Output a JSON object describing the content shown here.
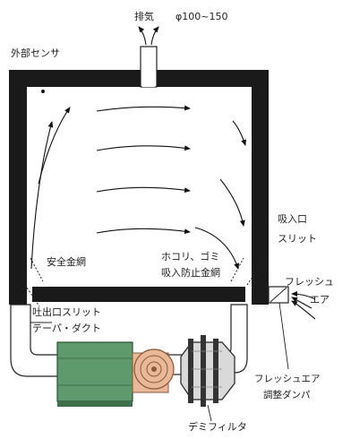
{
  "labels": {
    "exhaust": "排気",
    "exhaust_size": "φ100~150",
    "external_sensor": "外部センサ",
    "intake_port": "吸入口",
    "intake_slit": "スリット",
    "safety_mesh": "安全金網",
    "dust_mesh_line1": "ホコリ、ゴミ",
    "dust_mesh_line2": "吸入防止金網",
    "fresh_air_line1": "フレッシュ",
    "fresh_air_line2": "エア",
    "outlet_slit": "吐出口スリット",
    "taper_duct": "テーパ・ダクト",
    "fresh_air_damper_line1": "フレッシュエア",
    "fresh_air_damper_line2": "調整ダンパ",
    "demi_filter": "デミフィルタ"
  },
  "colors": {
    "wall": "#1a1a1a",
    "fan_housing": "#5f9a6c",
    "fan_housing_dark": "#3f6e4b",
    "motor": "#e8b898",
    "motor_dark": "#b97a55",
    "filter": "#d9d9d9",
    "line": "#222222"
  }
}
